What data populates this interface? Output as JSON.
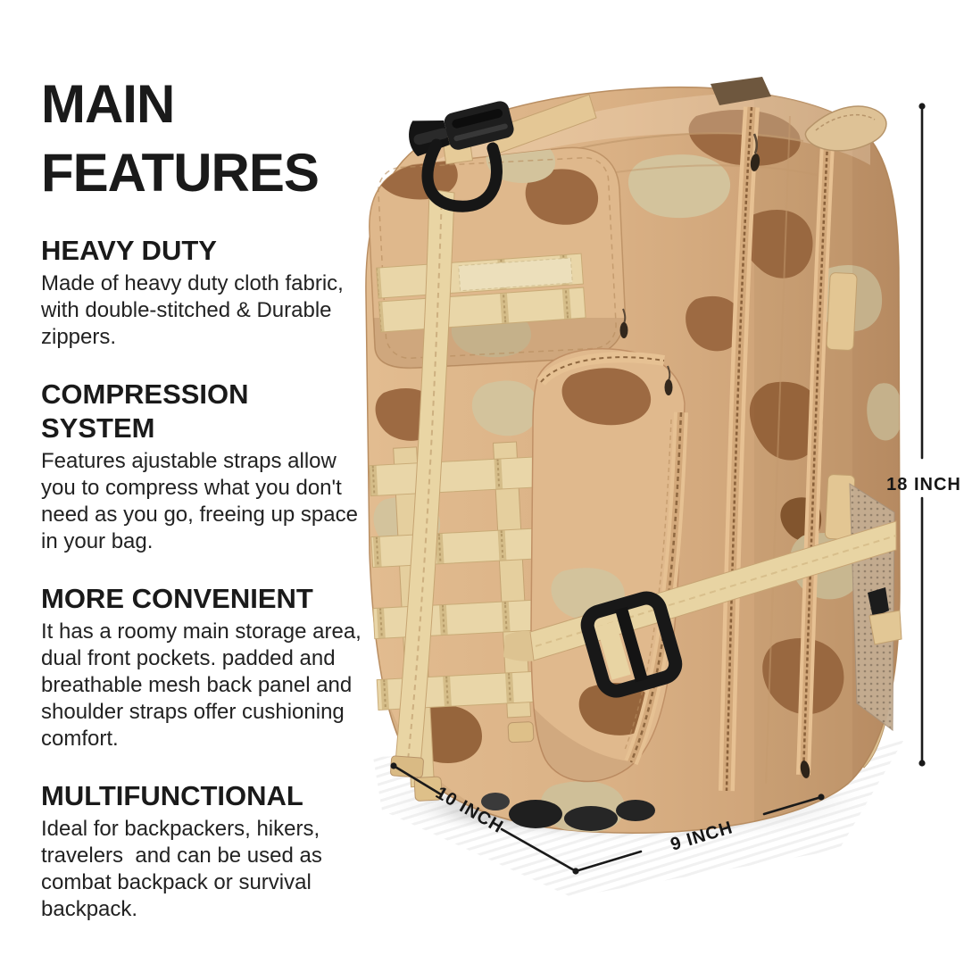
{
  "title": {
    "text": "MAIN FEATURES"
  },
  "sections": [
    {
      "heading": "HEAVY DUTY",
      "body_lines": [
        "Made of heavy duty cloth fabric,",
        "with double-stitched & Durable",
        "zippers."
      ]
    },
    {
      "heading": "COMPRESSION SYSTEM",
      "body_lines": [
        "Features ajustable straps allow",
        "you to compress what you don't",
        "need as you go, freeing up space",
        "in your bag."
      ]
    },
    {
      "heading": "MORE CONVENIENT",
      "body_lines": [
        "It has a roomy main storage area,",
        "dual front pockets. padded and",
        "breathable mesh back panel and",
        "shoulder straps offer cushioning",
        "comfort."
      ]
    },
    {
      "heading": "MULTIFUNCTIONAL",
      "body_lines": [
        "Ideal for backpackers, hikers,",
        "travelers  and can be used as",
        "combat backpack or survival",
        "backpack."
      ]
    }
  ],
  "dimensions": {
    "height_label": "18 INCH",
    "depth_label": "10 INCH",
    "width_label": "9 INCH"
  },
  "palette": {
    "background": "#ffffff",
    "text_color": "#1c1c1c",
    "fabric_tan": "#d9b189",
    "fabric_light_patch": "#d3c39c",
    "fabric_brown_patch": "#9d6a42",
    "webbing_khaki": "#e8d4a3",
    "hardware_black": "#1a1a1a",
    "dimension_line": "#1a1a1a"
  }
}
